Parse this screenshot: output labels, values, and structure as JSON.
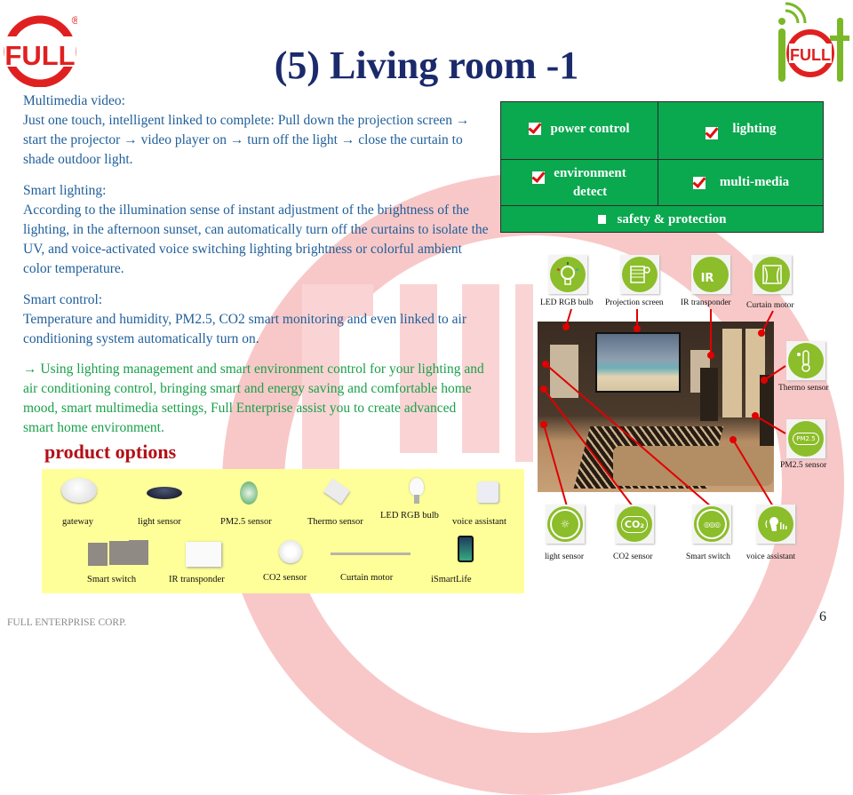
{
  "header": {
    "title": "(5) Living room -1",
    "left_logo": {
      "text": "FULL",
      "registered": "®",
      "color": "#e02020"
    },
    "right_logo": {
      "text": "FULL",
      "letters": "iot",
      "accent": "#7ab828",
      "color": "#e02020"
    }
  },
  "sections": [
    {
      "heading": "Multimedia  video:",
      "body": "Just one touch, intelligent  linked  to complete: Pull  down the projection screen → start the projector → video player on → turn off the light  → close the curtain  to shade outdoor light."
    },
    {
      "heading": "Smart lighting:",
      "body": "According to the illumination  sense of instant adjustment  of the brightness of the lighting,  in  the afternoon sunset, can automatically turn off the curtains to isolate  the UV, and voice-activated  voice switching  lighting  brightness or colorful ambient  color temperature."
    },
    {
      "heading": "Smart control:",
      "body": "Temperature  and humidity,  PM2.5, CO2 smart  monitoring  and even linked  to air  conditioning  system automatically  turn on."
    },
    {
      "heading": "",
      "body": "→ Using  lighting  management  and smart environment  control for your lighting  and air  conditioning  control, bringing  smart and energy saving and comfortable home mood, smart multimedia  settings, Full Enterprise assist you to create advanced smart home environment."
    }
  ],
  "feature_table": {
    "color": "#0aa84f",
    "cells": [
      {
        "label": "power control",
        "checked": true
      },
      {
        "label": "lighting",
        "checked": true
      },
      {
        "label": "environment detect",
        "line1": "environment",
        "line2": "detect",
        "checked": true
      },
      {
        "label": "multi-media",
        "checked": true
      },
      {
        "label": "safety & protection",
        "checked": false
      }
    ]
  },
  "diagram": {
    "top_sensors": [
      {
        "label": "LED RGB bulb",
        "icon": "bulb-icon"
      },
      {
        "label": "Projection screen",
        "icon": "projection-screen-icon"
      },
      {
        "label": "IR transponder",
        "icon": "ir-icon",
        "glyph": "IR"
      },
      {
        "label": "Curtain motor",
        "icon": "curtain-icon"
      }
    ],
    "right_sensors": [
      {
        "label": "Thermo sensor",
        "icon": "thermometer-icon"
      },
      {
        "label": "PM2.5 sensor",
        "icon": "pm25-icon",
        "glyph": "PM2.5"
      }
    ],
    "bottom_sensors": [
      {
        "label": "light sensor",
        "icon": "light-sensor-icon"
      },
      {
        "label": "CO2 sensor",
        "icon": "co2-icon",
        "glyph": "CO₂"
      },
      {
        "label": "Smart switch",
        "icon": "smart-switch-icon"
      },
      {
        "label": "voice  assistant",
        "icon": "voice-icon"
      }
    ],
    "icon_color": "#8cbd2a",
    "line_color": "#e00000"
  },
  "products": {
    "title": "product options",
    "row1": [
      {
        "label": "gateway"
      },
      {
        "label": "light sensor"
      },
      {
        "label": "PM2.5  sensor"
      },
      {
        "label": "Thermo  sensor"
      },
      {
        "label": "LED  RGB  bulb"
      },
      {
        "label": "voice  assistant"
      }
    ],
    "row2": [
      {
        "label": "Smart  switch"
      },
      {
        "label": "IR transponder"
      },
      {
        "label": "CO2  sensor"
      },
      {
        "label": "Curtain motor"
      },
      {
        "label": "iSmartLife"
      }
    ]
  },
  "footer": {
    "company": "FULL ENTERPRISE CORP.",
    "page": "6"
  }
}
